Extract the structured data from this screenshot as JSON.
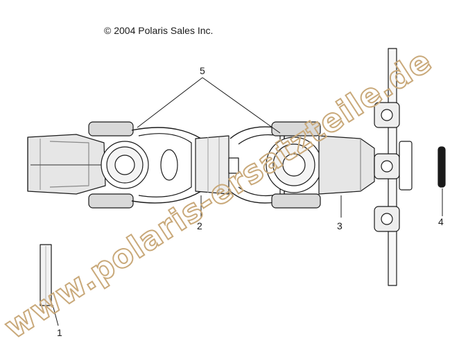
{
  "header": {
    "copyright": "© 2004 Polaris Sales Inc."
  },
  "callouts": [
    {
      "id": "1",
      "label": "1"
    },
    {
      "id": "2",
      "label": "2"
    },
    {
      "id": "3",
      "label": "3"
    },
    {
      "id": "4",
      "label": "4"
    },
    {
      "id": "5",
      "label": "5"
    }
  ],
  "watermark": {
    "text": "www.polaris-ersatzteile.de",
    "color": "#c9a97a"
  },
  "colors": {
    "line": "#1a1a1a",
    "shade": "#d9d9d9",
    "fill": "#ffffff"
  }
}
